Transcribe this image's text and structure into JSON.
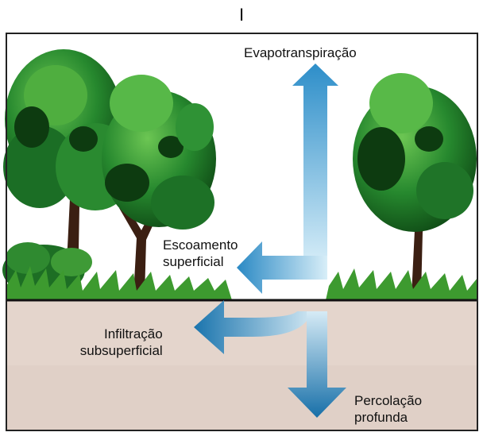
{
  "title": "I",
  "labels": {
    "evapotranspiration": "Evapotranspiração",
    "runoff_line1": "Escoamento",
    "runoff_line2": "superficial",
    "infiltration_line1": "Infiltração",
    "infiltration_line2": "subsuperficial",
    "percolation_line1": "Percolação",
    "percolation_line2": "profunda"
  },
  "colors": {
    "border": "#222222",
    "sky": "#ffffff",
    "soil": "#e4d5cc",
    "grass": "#3d9a2f",
    "foliage_dark": "#0d3b10",
    "foliage_mid": "#1f7a2a",
    "foliage_light": "#5cbf4a",
    "trunk": "#3b1f12",
    "arrow_dark": "#1f7fb8",
    "arrow_light": "#d8eef8"
  },
  "icons": [
    "tree-icon",
    "grass-icon",
    "arrow-up-icon",
    "arrow-left-icon",
    "arrow-down-icon"
  ]
}
